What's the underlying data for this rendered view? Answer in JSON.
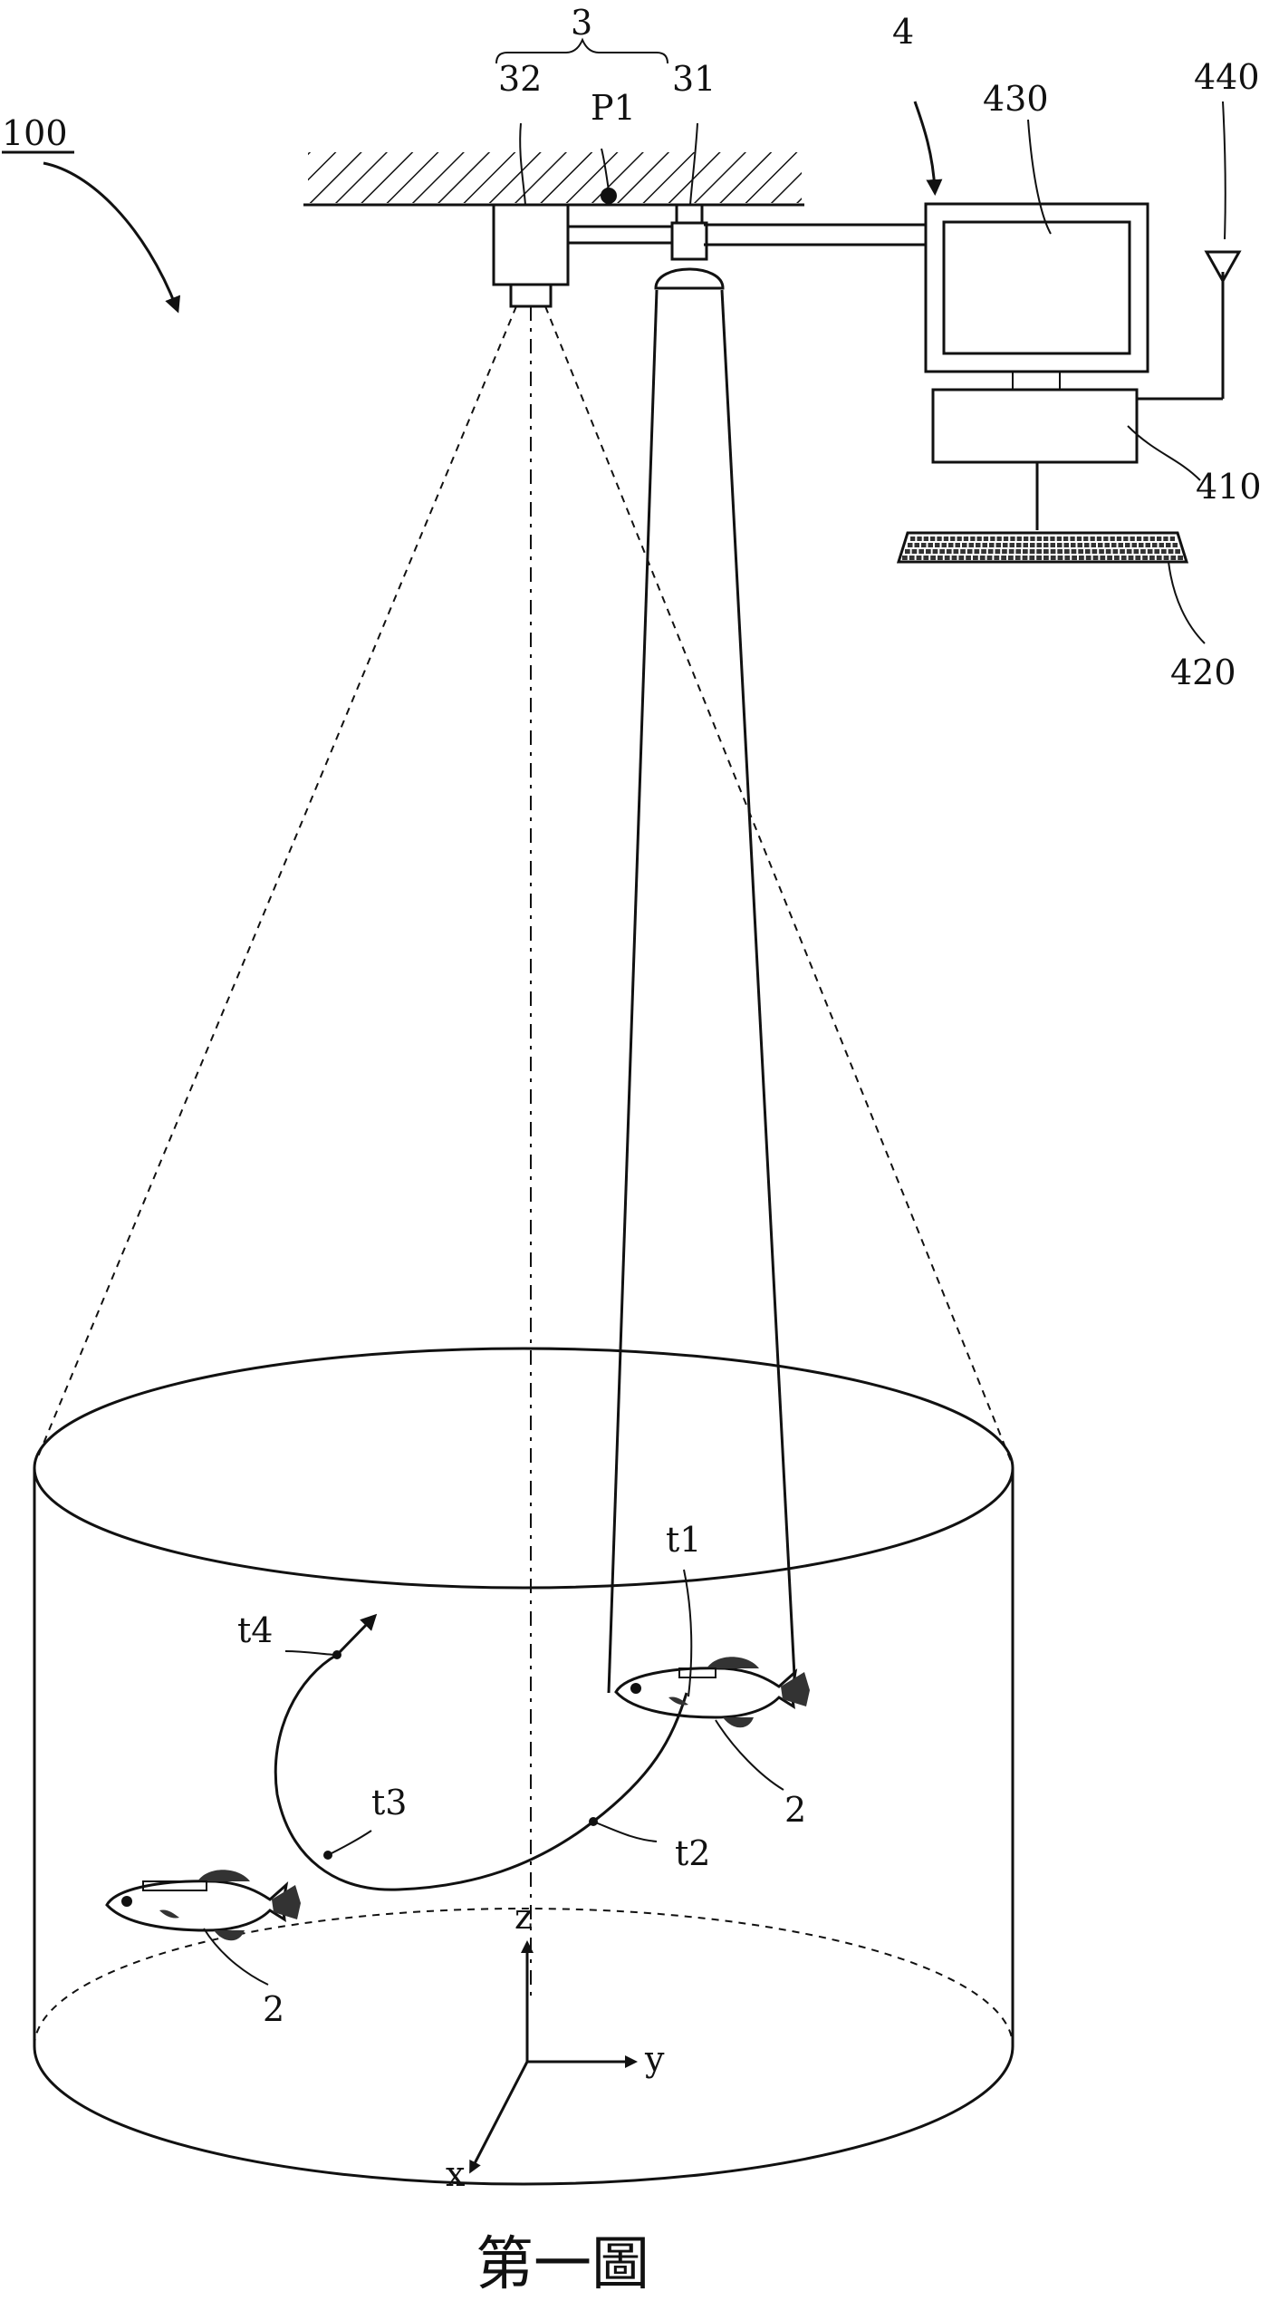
{
  "figure": {
    "labels": {
      "system": "100",
      "sensor_group": "3",
      "camera": "32",
      "point": "P1",
      "projector": "31",
      "computer_group": "4",
      "monitor": "430",
      "antenna": "440",
      "pc_unit": "410",
      "keyboard": "420",
      "fish_top": "2",
      "fish_bottom": "2"
    },
    "trajectory": {
      "t1": "t1",
      "t2": "t2",
      "t3": "t3",
      "t4": "t4"
    },
    "axes": {
      "z": "z",
      "y": "y",
      "x": "x"
    },
    "caption": "第一圖"
  }
}
